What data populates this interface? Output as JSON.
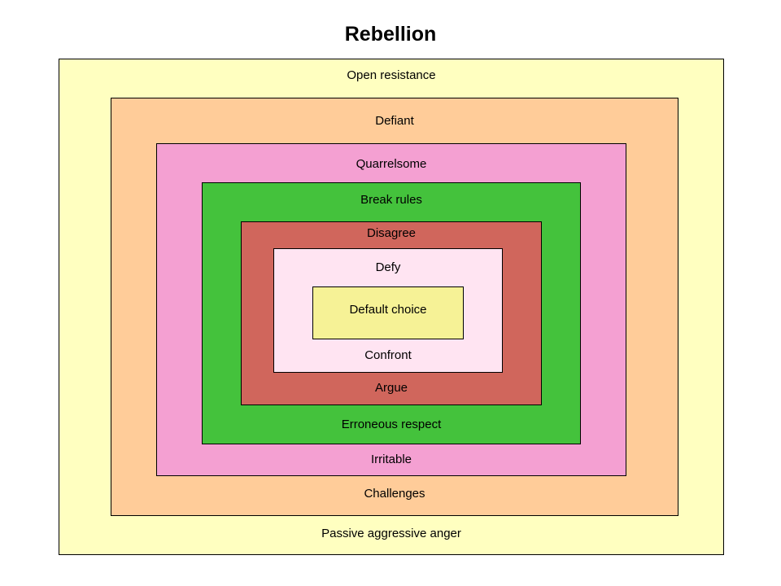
{
  "title": "Rebellion",
  "layers": [
    {
      "top_label": "Open resistance",
      "bottom_label": "Passive aggressive anger",
      "color": "#FFFFC0"
    },
    {
      "top_label": "Defiant",
      "bottom_label": "Challenges",
      "color": "#FFCC99"
    },
    {
      "top_label": "Quarrelsome",
      "bottom_label": "Irritable",
      "color": "#F4A0D2"
    },
    {
      "top_label": "Break rules",
      "bottom_label": "Erroneous respect",
      "color": "#44C23C"
    },
    {
      "top_label": "Disagree",
      "bottom_label": "Argue",
      "color": "#D0665C"
    },
    {
      "top_label": "Defy",
      "bottom_label": "Confront",
      "color": "#FFE4F2"
    }
  ],
  "center": {
    "label": "Default choice",
    "color": "#F6F296"
  }
}
